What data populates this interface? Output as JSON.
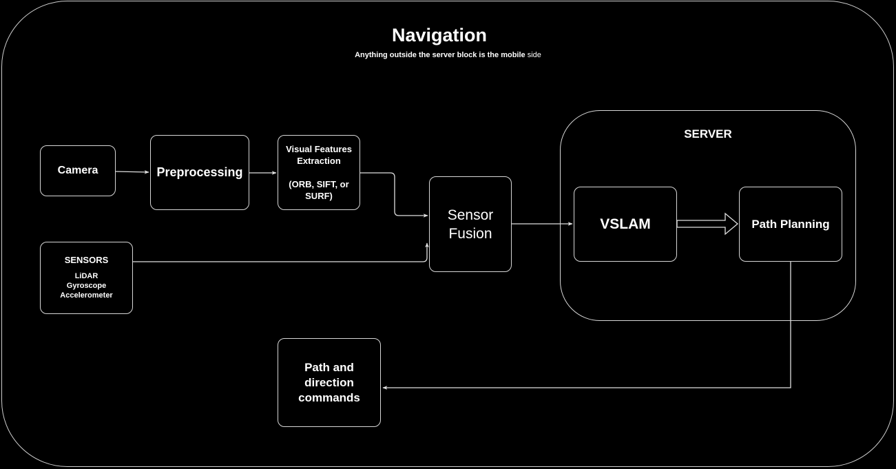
{
  "diagram": {
    "title": "Navigation",
    "subtitle_bold": "Anything outside the server block is the mobile",
    "subtitle_plain": " side",
    "server_label": "SERVER",
    "nodes": {
      "camera": "Camera",
      "preprocessing": "Preprocessing",
      "visual_features": {
        "line1": "Visual Features",
        "line2": "Extraction",
        "line3": "(ORB, SIFT, or",
        "line4": "SURF)"
      },
      "sensors": {
        "heading": "SENSORS",
        "line1": "LiDAR",
        "line2": "Gyroscope",
        "line3": "Accelerometer"
      },
      "sensor_fusion": {
        "line1": "Sensor",
        "line2": "Fusion"
      },
      "vslam": "VSLAM",
      "path_planning": "Path Planning",
      "commands": {
        "line1": "Path and",
        "line2": "direction",
        "line3": "commands"
      }
    },
    "colors": {
      "background": "#000000",
      "stroke": "#d8d8d8",
      "text": "#ffffff"
    }
  }
}
